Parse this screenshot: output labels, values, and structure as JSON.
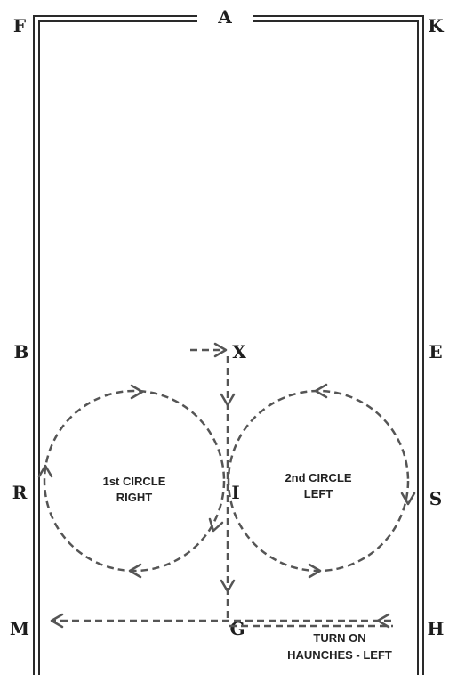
{
  "letters": {
    "A": "A",
    "F": "F",
    "K": "K",
    "B": "B",
    "X": "X",
    "E": "E",
    "R": "R",
    "I": "I",
    "S": "S",
    "M": "M",
    "G": "G",
    "H": "H"
  },
  "labels": {
    "first_circle_line1": "1st CIRCLE",
    "first_circle_line2": "RIGHT",
    "second_circle_line1": "2nd CIRCLE",
    "second_circle_line2": "LEFT",
    "turn_line1": "TURN ON",
    "turn_line2": "HAUNCHES - LEFT"
  },
  "colors": {
    "wall": "#2a2a2a",
    "path": "#555555",
    "text": "#1e1e1e"
  }
}
